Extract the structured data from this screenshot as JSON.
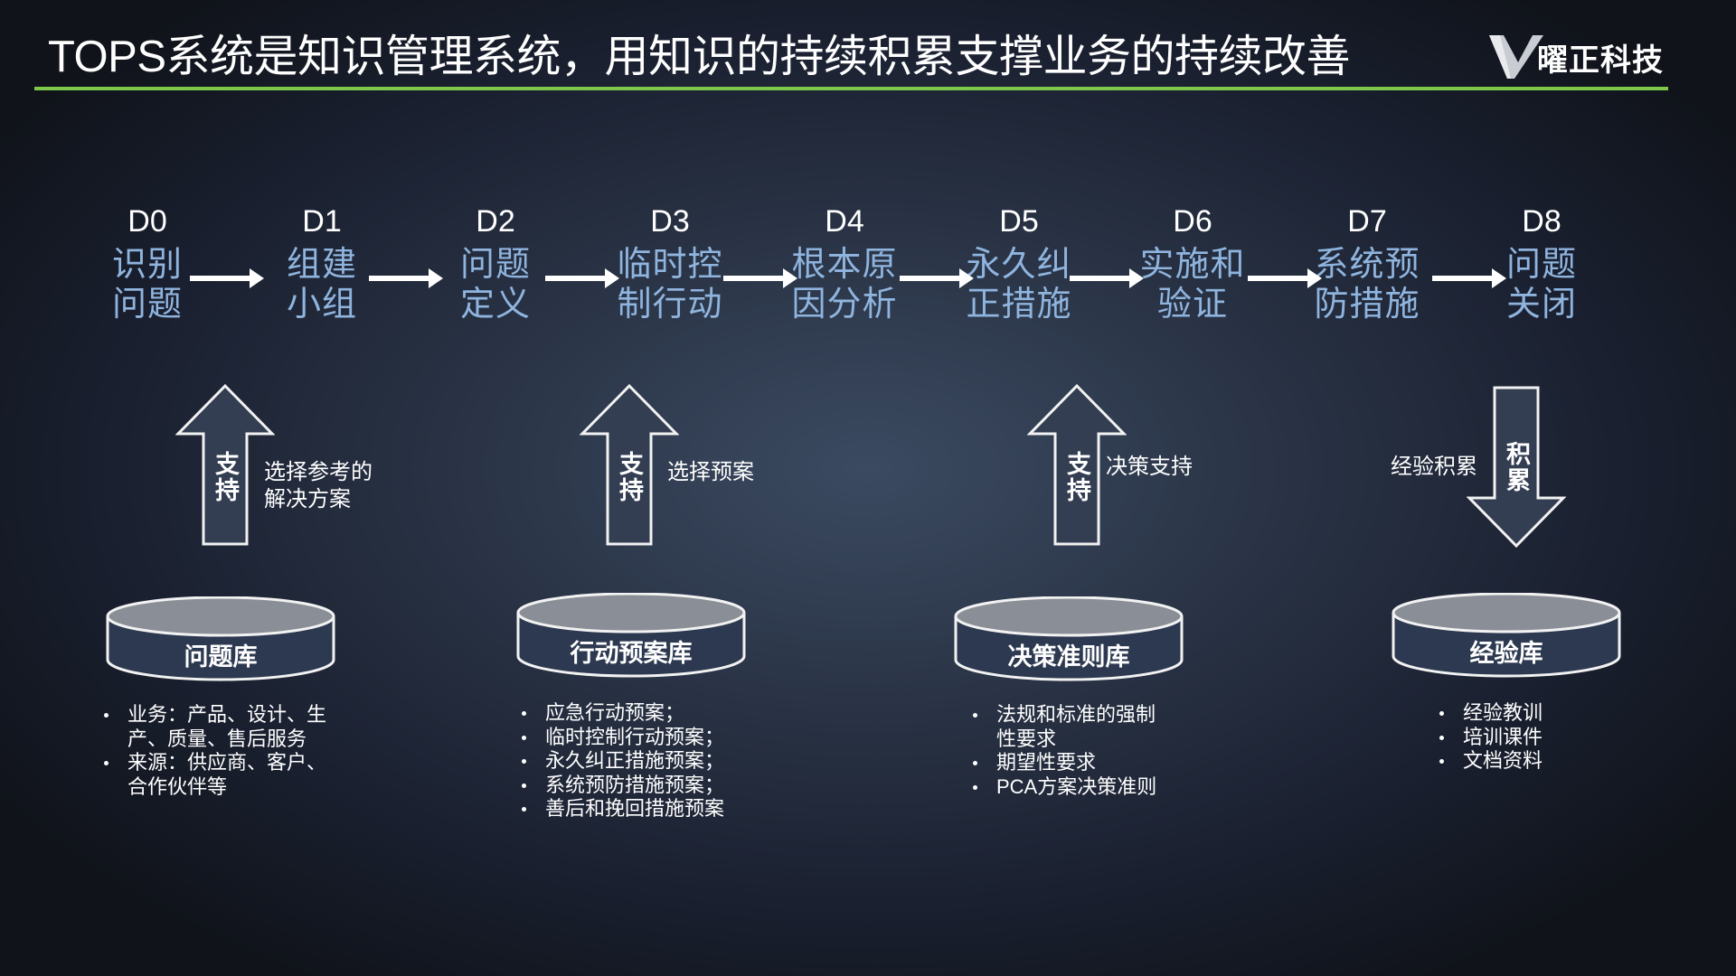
{
  "header": {
    "title": "TOPS系统是知识管理系统，用知识的持续积累支撑业务的持续改善",
    "logo_text": "曜正科技",
    "rule_color": "#7dc84b"
  },
  "steps": [
    {
      "code": "D0",
      "label": "识别\n问题"
    },
    {
      "code": "D1",
      "label": "组建\n小组"
    },
    {
      "code": "D2",
      "label": "问题\n定义"
    },
    {
      "code": "D3",
      "label": "临时控\n制行动"
    },
    {
      "code": "D4",
      "label": "根本原\n因分析"
    },
    {
      "code": "D5",
      "label": "永久纠\n正措施"
    },
    {
      "code": "D6",
      "label": "实施和\n验证"
    },
    {
      "code": "D7",
      "label": "系统预\n防措施"
    },
    {
      "code": "D8",
      "label": "问题\n关闭"
    }
  ],
  "support_arrows": [
    {
      "label": "支持",
      "note": "选择参考的\n解决方案",
      "direction": "up"
    },
    {
      "label": "支持",
      "note": "选择预案",
      "direction": "up"
    },
    {
      "label": "支持",
      "note": "决策支持",
      "direction": "up"
    },
    {
      "label": "积累",
      "note": "经验积累",
      "direction": "down"
    }
  ],
  "libraries": [
    {
      "name": "问题库",
      "items": [
        "业务：产品、设计、生\n产、质量、售后服务",
        "来源：供应商、客户、\n合作伙伴等"
      ]
    },
    {
      "name": "行动预案库",
      "items": [
        "应急行动预案；",
        "临时控制行动预案；",
        "永久纠正措施预案；",
        "系统预防措施预案；",
        "善后和挽回措施预案"
      ]
    },
    {
      "name": "决策准则库",
      "items": [
        "法规和标准的强制\n性要求",
        "期望性要求",
        "PCA方案决策准则"
      ]
    },
    {
      "name": "经验库",
      "items": [
        "经验教训",
        "培训课件",
        "文档资料"
      ]
    }
  ],
  "colors": {
    "step_label": "#8fb4de",
    "db_top": "#8a8f97",
    "db_body": "#2c3950"
  }
}
